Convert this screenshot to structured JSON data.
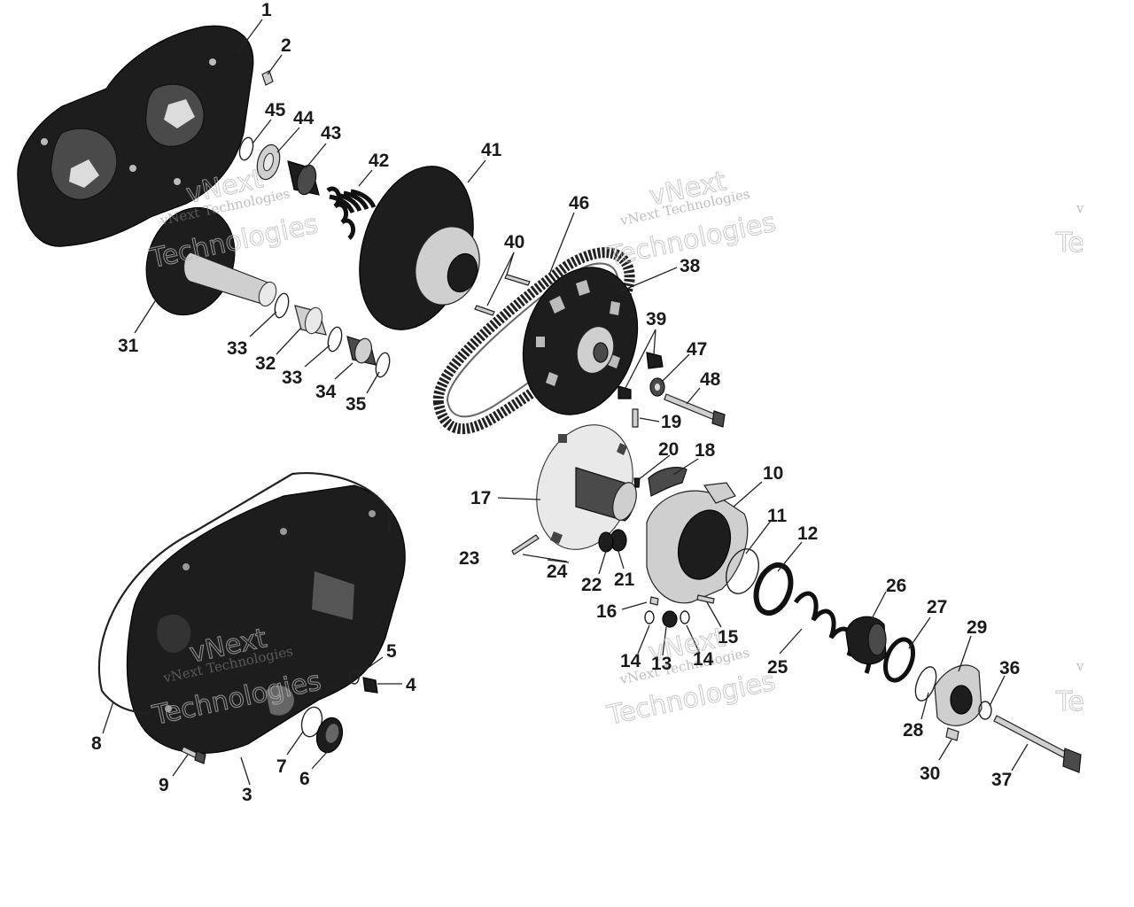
{
  "watermarks": [
    {
      "id": "wm1",
      "small": "vNext Technologies",
      "big": "Technologies",
      "top": "vNext"
    },
    {
      "id": "wm2",
      "small": "vNext Technologies",
      "big": "Technologies",
      "top": "vNext"
    },
    {
      "id": "wm3",
      "small": "vNext Technologies",
      "big": "Technologies",
      "top": "vNext"
    },
    {
      "id": "wm4",
      "small": "vNext Technologies",
      "big": "Technologies",
      "top": "vNext"
    },
    {
      "id": "wm5",
      "small": "v",
      "big": "Te",
      "top": ""
    },
    {
      "id": "wm6",
      "small": "v",
      "big": "Te",
      "top": ""
    }
  ],
  "callouts": [
    {
      "label": "1"
    },
    {
      "label": "2"
    },
    {
      "label": "3"
    },
    {
      "label": "4"
    },
    {
      "label": "5"
    },
    {
      "label": "6"
    },
    {
      "label": "7"
    },
    {
      "label": "8"
    },
    {
      "label": "9"
    },
    {
      "label": "10"
    },
    {
      "label": "11"
    },
    {
      "label": "12"
    },
    {
      "label": "13"
    },
    {
      "label": "14"
    },
    {
      "label": "14"
    },
    {
      "label": "15"
    },
    {
      "label": "16"
    },
    {
      "label": "17"
    },
    {
      "label": "18"
    },
    {
      "label": "19"
    },
    {
      "label": "20"
    },
    {
      "label": "21"
    },
    {
      "label": "22"
    },
    {
      "label": "23"
    },
    {
      "label": "24"
    },
    {
      "label": "25"
    },
    {
      "label": "26"
    },
    {
      "label": "27"
    },
    {
      "label": "28"
    },
    {
      "label": "29"
    },
    {
      "label": "30"
    },
    {
      "label": "31"
    },
    {
      "label": "32"
    },
    {
      "label": "33"
    },
    {
      "label": "33"
    },
    {
      "label": "34"
    },
    {
      "label": "35"
    },
    {
      "label": "36"
    },
    {
      "label": "37"
    },
    {
      "label": "38"
    },
    {
      "label": "39"
    },
    {
      "label": "40"
    },
    {
      "label": "41"
    },
    {
      "label": "42"
    },
    {
      "label": "43"
    },
    {
      "label": "44"
    },
    {
      "label": "45"
    },
    {
      "label": "46"
    },
    {
      "label": "47"
    },
    {
      "label": "48"
    }
  ]
}
